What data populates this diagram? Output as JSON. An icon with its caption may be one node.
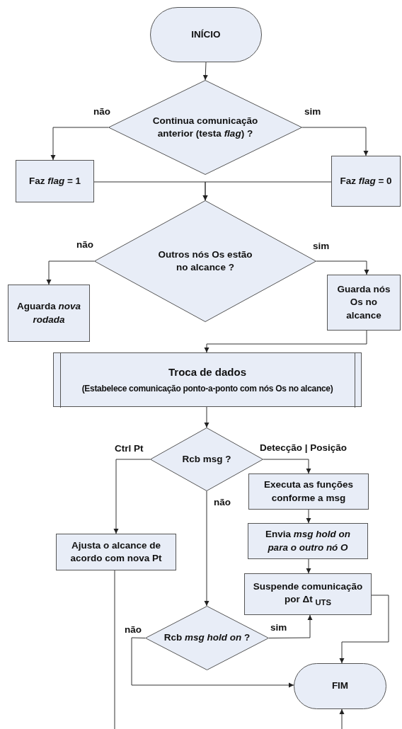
{
  "diagram": {
    "nodes": [
      {
        "text": [
          "INÍCIO"
        ]
      },
      {
        "text": [
          "Continua comunicação anterior (testa *flag*) ?"
        ]
      },
      {
        "text": [
          "Faz *flag* = 1"
        ]
      },
      {
        "text": [
          "Faz *flag* = 0"
        ]
      },
      {
        "text": [
          "Outros nós Os estão no alcance ?"
        ]
      },
      {
        "text": [
          "Aguarda *nova rodada*"
        ]
      },
      {
        "text": [
          "Guarda nós Os no alcance"
        ]
      },
      {
        "text": [
          "Troca de dados",
          "(Estabelece comunicação ponto-a-ponto com nós Os no alcance)"
        ]
      },
      {
        "text": [
          "Rcb msg ?"
        ]
      },
      {
        "text": [
          "Executa as funções conforme a msg"
        ]
      },
      {
        "text": [
          "Envia *msg hold on para o outro nó O*"
        ]
      },
      {
        "text": [
          "Ajusta o alcance de acordo com nova Pt"
        ]
      },
      {
        "text": [
          "Suspende comunicação por Δt $_{UTS}$"
        ]
      },
      {
        "text": [
          "Rcb *msg hold on* ?"
        ]
      },
      {
        "text": [
          "FIM"
        ]
      }
    ],
    "edges": [
      {
        "from": 0,
        "to": 1,
        "arrow": "to"
      },
      {
        "from": 1,
        "to": 2,
        "arrow": "to",
        "label": "não"
      },
      {
        "from": 1,
        "to": 3,
        "arrow": "to",
        "label": "sim"
      },
      {
        "from": 2,
        "to": 4,
        "arrow": "to"
      },
      {
        "from": 3,
        "to": 4,
        "arrow": "to"
      },
      {
        "from": 4,
        "to": 5,
        "arrow": "to",
        "label": "não"
      },
      {
        "from": 4,
        "to": 6,
        "arrow": "to",
        "label": "sim"
      },
      {
        "from": 6,
        "to": 7,
        "arrow": "to"
      },
      {
        "from": 7,
        "to": 8,
        "arrow": "to"
      },
      {
        "from": 8,
        "to": 11,
        "arrow": "to",
        "label": "Ctrl Pt"
      },
      {
        "from": 8,
        "to": 9,
        "arrow": "to",
        "label": "Detecção | Posição"
      },
      {
        "from": 9,
        "to": 10,
        "arrow": "to"
      },
      {
        "from": 10,
        "to": 12,
        "arrow": "to"
      },
      {
        "from": 8,
        "to": 13,
        "arrow": "to",
        "label": "não"
      },
      {
        "from": 13,
        "to": 12,
        "arrow": "to",
        "label": "sim"
      },
      {
        "from": 13,
        "to": 14,
        "arrow": "to",
        "label": "não"
      },
      {
        "from": 12,
        "to": 14,
        "arrow": "to"
      },
      {
        "from": 11,
        "to": null,
        "arrow": "none"
      },
      {
        "from": null,
        "to": 14,
        "arrow": "to"
      }
    ]
  }
}
